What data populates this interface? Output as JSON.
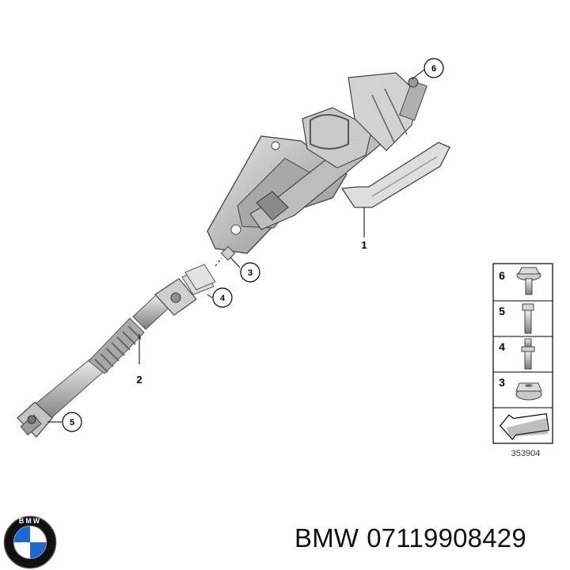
{
  "diagram": {
    "callouts": [
      {
        "id": "1",
        "label": "1"
      },
      {
        "id": "2",
        "label": "2"
      },
      {
        "id": "3",
        "label": "3"
      },
      {
        "id": "4",
        "label": "4"
      },
      {
        "id": "5",
        "label": "5"
      },
      {
        "id": "6",
        "label": "6"
      }
    ],
    "legend": {
      "items": [
        {
          "number": "6",
          "part": "flange-bolt-icon"
        },
        {
          "number": "5",
          "part": "long-bolt-icon"
        },
        {
          "number": "4",
          "part": "stud-bolt-icon"
        },
        {
          "number": "3",
          "part": "flange-nut-icon"
        }
      ],
      "diagram_id": "353904"
    }
  },
  "brand": {
    "logo_letters": "BMW",
    "name": "BMW",
    "part_number": "07119908429",
    "colors": {
      "blue": "#1c69d4",
      "ring": "#111111"
    }
  }
}
